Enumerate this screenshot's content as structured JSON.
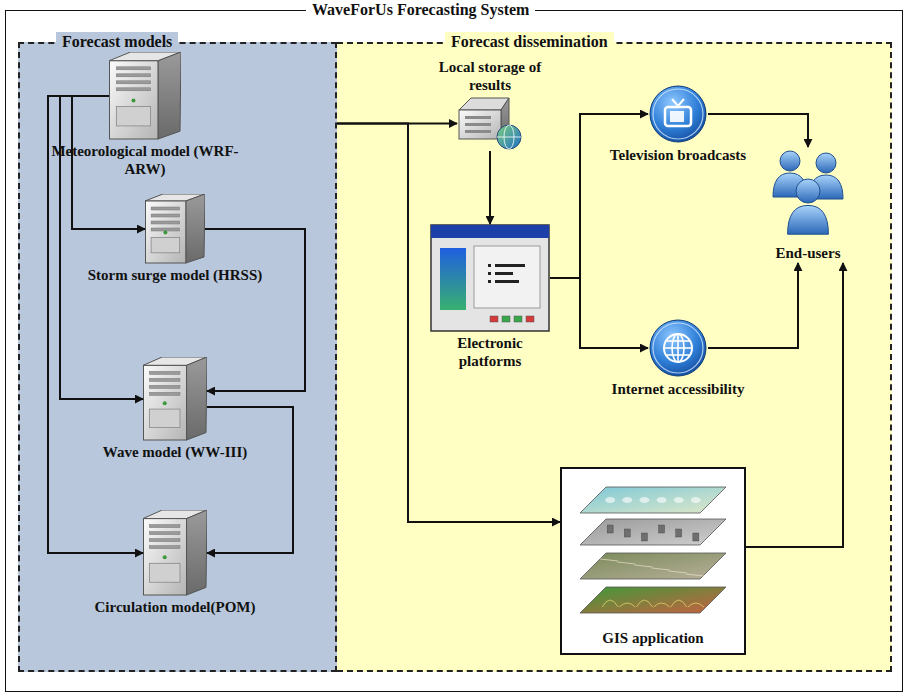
{
  "diagram": {
    "nodes": [
      {
        "text": [
          "WaveForUs Forecasting System"
        ]
      },
      {
        "text": [
          "Forecast models"
        ],
        "in": 0
      },
      {
        "text": [
          "Forecast dissemination"
        ],
        "in": 0
      },
      {
        "text": [
          "Meteorological model (WRF-ARW)"
        ],
        "in": 1
      },
      {
        "text": [
          "Storm surge model (HRSS)"
        ],
        "in": 1
      },
      {
        "text": [
          "Wave model (WW-III)"
        ],
        "in": 1
      },
      {
        "text": [
          "Circulation model(POM)"
        ],
        "in": 1
      },
      {
        "text": [
          "Local storage of results"
        ],
        "in": 2
      },
      {
        "text": [
          "Electronic platforms"
        ],
        "in": 2
      },
      {
        "text": [
          "Television broadcasts"
        ],
        "in": 2
      },
      {
        "text": [
          "Internet accessibility"
        ],
        "in": 2
      },
      {
        "text": [
          "End-users"
        ],
        "in": 2
      },
      {
        "text": [
          "GIS application"
        ],
        "in": 2
      }
    ],
    "edges": [
      {
        "from": 3,
        "to": 4,
        "arrow": "to"
      },
      {
        "from": 3,
        "to": 5,
        "arrow": "to"
      },
      {
        "from": 3,
        "to": 6,
        "arrow": "to"
      },
      {
        "from": 4,
        "to": 5,
        "arrow": "to"
      },
      {
        "from": 5,
        "to": 6,
        "arrow": "to"
      },
      {
        "from": 1,
        "to": 7,
        "arrow": "to"
      },
      {
        "from": 1,
        "to": 12,
        "arrow": "to"
      },
      {
        "from": 7,
        "to": 8,
        "arrow": "to"
      },
      {
        "from": 8,
        "to": 9,
        "arrow": "to"
      },
      {
        "from": 8,
        "to": 10,
        "arrow": "to"
      },
      {
        "from": 9,
        "to": 11,
        "arrow": "to"
      },
      {
        "from": 10,
        "to": 11,
        "arrow": "to"
      },
      {
        "from": 12,
        "to": 11,
        "arrow": "to"
      }
    ]
  }
}
